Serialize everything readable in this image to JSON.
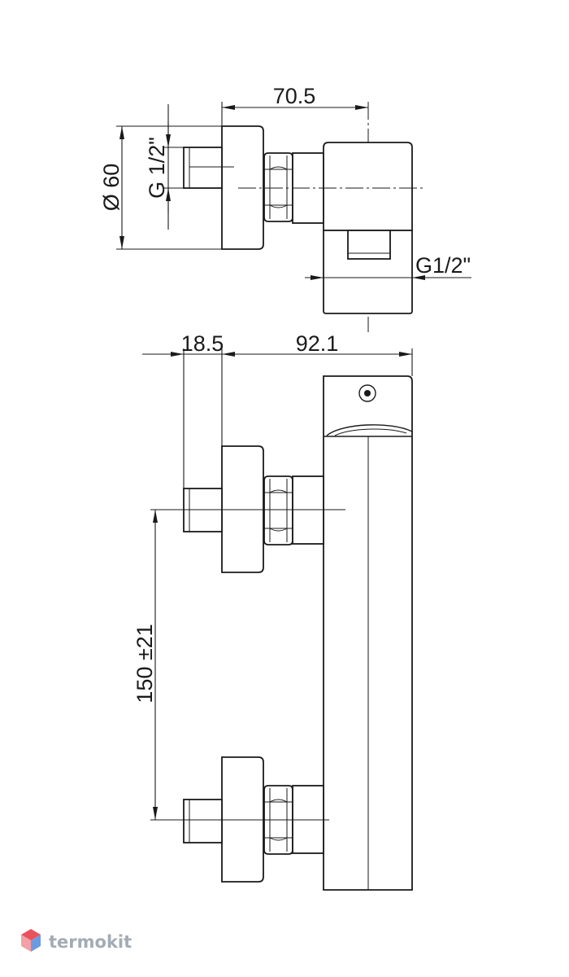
{
  "drawing": {
    "colors": {
      "line": "#1a1a1a",
      "background": "#ffffff"
    },
    "top_view": {
      "width_dimension": "70.5",
      "escutcheon_diameter": "Ø 60",
      "inlet_thread": "G 1/2\"",
      "outlet_thread": "G1/2\""
    },
    "front_view": {
      "inlet_depth": "18.5",
      "body_depth": "92.1",
      "inlet_centers": "150 ±21"
    }
  },
  "watermark": {
    "text": "termokit",
    "icon": "termokit-cube-logo-icon",
    "colors": {
      "text": "#a3abb4",
      "icon_top": "#e9525c",
      "icon_bottom": "#6c9be0"
    }
  }
}
